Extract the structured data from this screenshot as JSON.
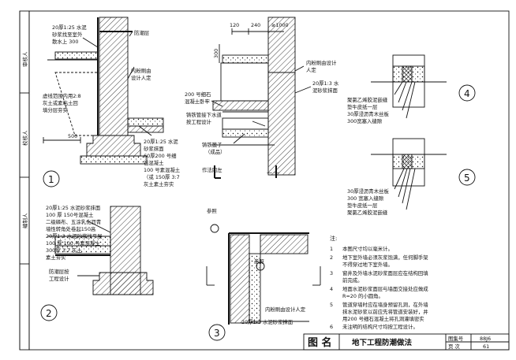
{
  "title_block": {
    "label": "图 名",
    "name": "地下工程防潮做法",
    "atlas_no_label": "图集号",
    "atlas_no": "88J6",
    "page_label": "页 次",
    "page": "61"
  },
  "sidebar": {
    "label_1": "审核人",
    "label_2": "校核人",
    "label_3": "编制人"
  },
  "detail_1": {
    "number": "1",
    "text_top": [
      "20厚1:25 水泥",
      "砂浆找至室外",
      "散水上 300"
    ],
    "moisture_layer": "防潮层",
    "inner_plaster": [
      "内粉刷由",
      "设计人定"
    ],
    "fill_note": [
      "虚线范围内用2:8",
      "灰土或素粘土回",
      "填分层夯实"
    ],
    "dim_500": "500",
    "layers": [
      "20厚1:25 水泥",
      "砂浆抹面",
      "60厚200 号细",
      "石混凝土",
      "100 号素混凝土",
      "（或 150厚 3:7",
      "灰土素土夯实"
    ]
  },
  "detail_2": {
    "number": "2",
    "layers": [
      "20厚1:25 水泥砂浆抹面",
      "100 厚 150号混凝土",
      "二级磷布、五涂乳化沥青",
      "墙性转角处卷起150高",
      "20厚1:3 水泥砂浆找平层",
      "100 厚 100 号素混凝土",
      "300厚 3:7 灰土",
      "素土夯实"
    ],
    "moisture_note": [
      "防潮层按",
      "工程设计"
    ]
  },
  "detail_3": {
    "number": "3",
    "ref_1": "参照",
    "ref_2": "参照",
    "inner_plaster": "内粉刷由设计人定",
    "bottom_layer": "20厚1:3 水泥砂浆抹面"
  },
  "detail_middle": {
    "dims": [
      "120",
      "240",
      "≥1000",
      "300"
    ],
    "inner_plaster": [
      "内粉刷由设计",
      "人定"
    ],
    "plaster": [
      "20厚1:3 水",
      "泥砂浆抹面"
    ],
    "concrete": [
      "200 号细石",
      "混凝土卧牢"
    ],
    "cast_iron_pipe": [
      "铸铁管接下水道",
      "按工程设计"
    ],
    "cast_iron_grate": [
      "铸铁篦子",
      "（成品）"
    ],
    "method": "作法同左",
    "section": "一 一"
  },
  "detail_4": {
    "number": "4",
    "layers": [
      "聚氯乙烯胶泥嵌缝",
      "垫牛皮纸一层",
      "30厚浸沥青木丝板",
      "300宽塞入缝隙"
    ]
  },
  "detail_5": {
    "number": "5",
    "layers": [
      "30厚浸沥青木丝板",
      "300 宽塞入缝隙",
      "垫牛皮纸一层",
      "聚氯乙烯胶泥嵌缝"
    ]
  },
  "notes": {
    "heading": "注:",
    "items": [
      {
        "n": "1",
        "lines": [
          "本图尺寸均以毫米计。"
        ]
      },
      {
        "n": "2",
        "lines": [
          "地下室外墙必须灰浆饱满，任何脚手架",
          "不得穿过地下室外墙。"
        ]
      },
      {
        "n": "3",
        "lines": [
          "窗井及外墙水泥砂浆面层应在结构回填",
          "前完成。"
        ]
      },
      {
        "n": "4",
        "lines": [
          "地面水泥砂浆面层与墙面交接处应做成",
          "R=20 的小圆角。"
        ]
      },
      {
        "n": "5",
        "lines": [
          "管道穿墙时应在墙身预留孔洞，在外墙",
          "抹水泥砂浆以前应先将管道安装好，并",
          "用200 号细石混凝土将孔洞灌填密实"
        ]
      },
      {
        "n": "6",
        "lines": [
          "未注明的结构尺寸均按工程设计。"
        ]
      }
    ]
  }
}
